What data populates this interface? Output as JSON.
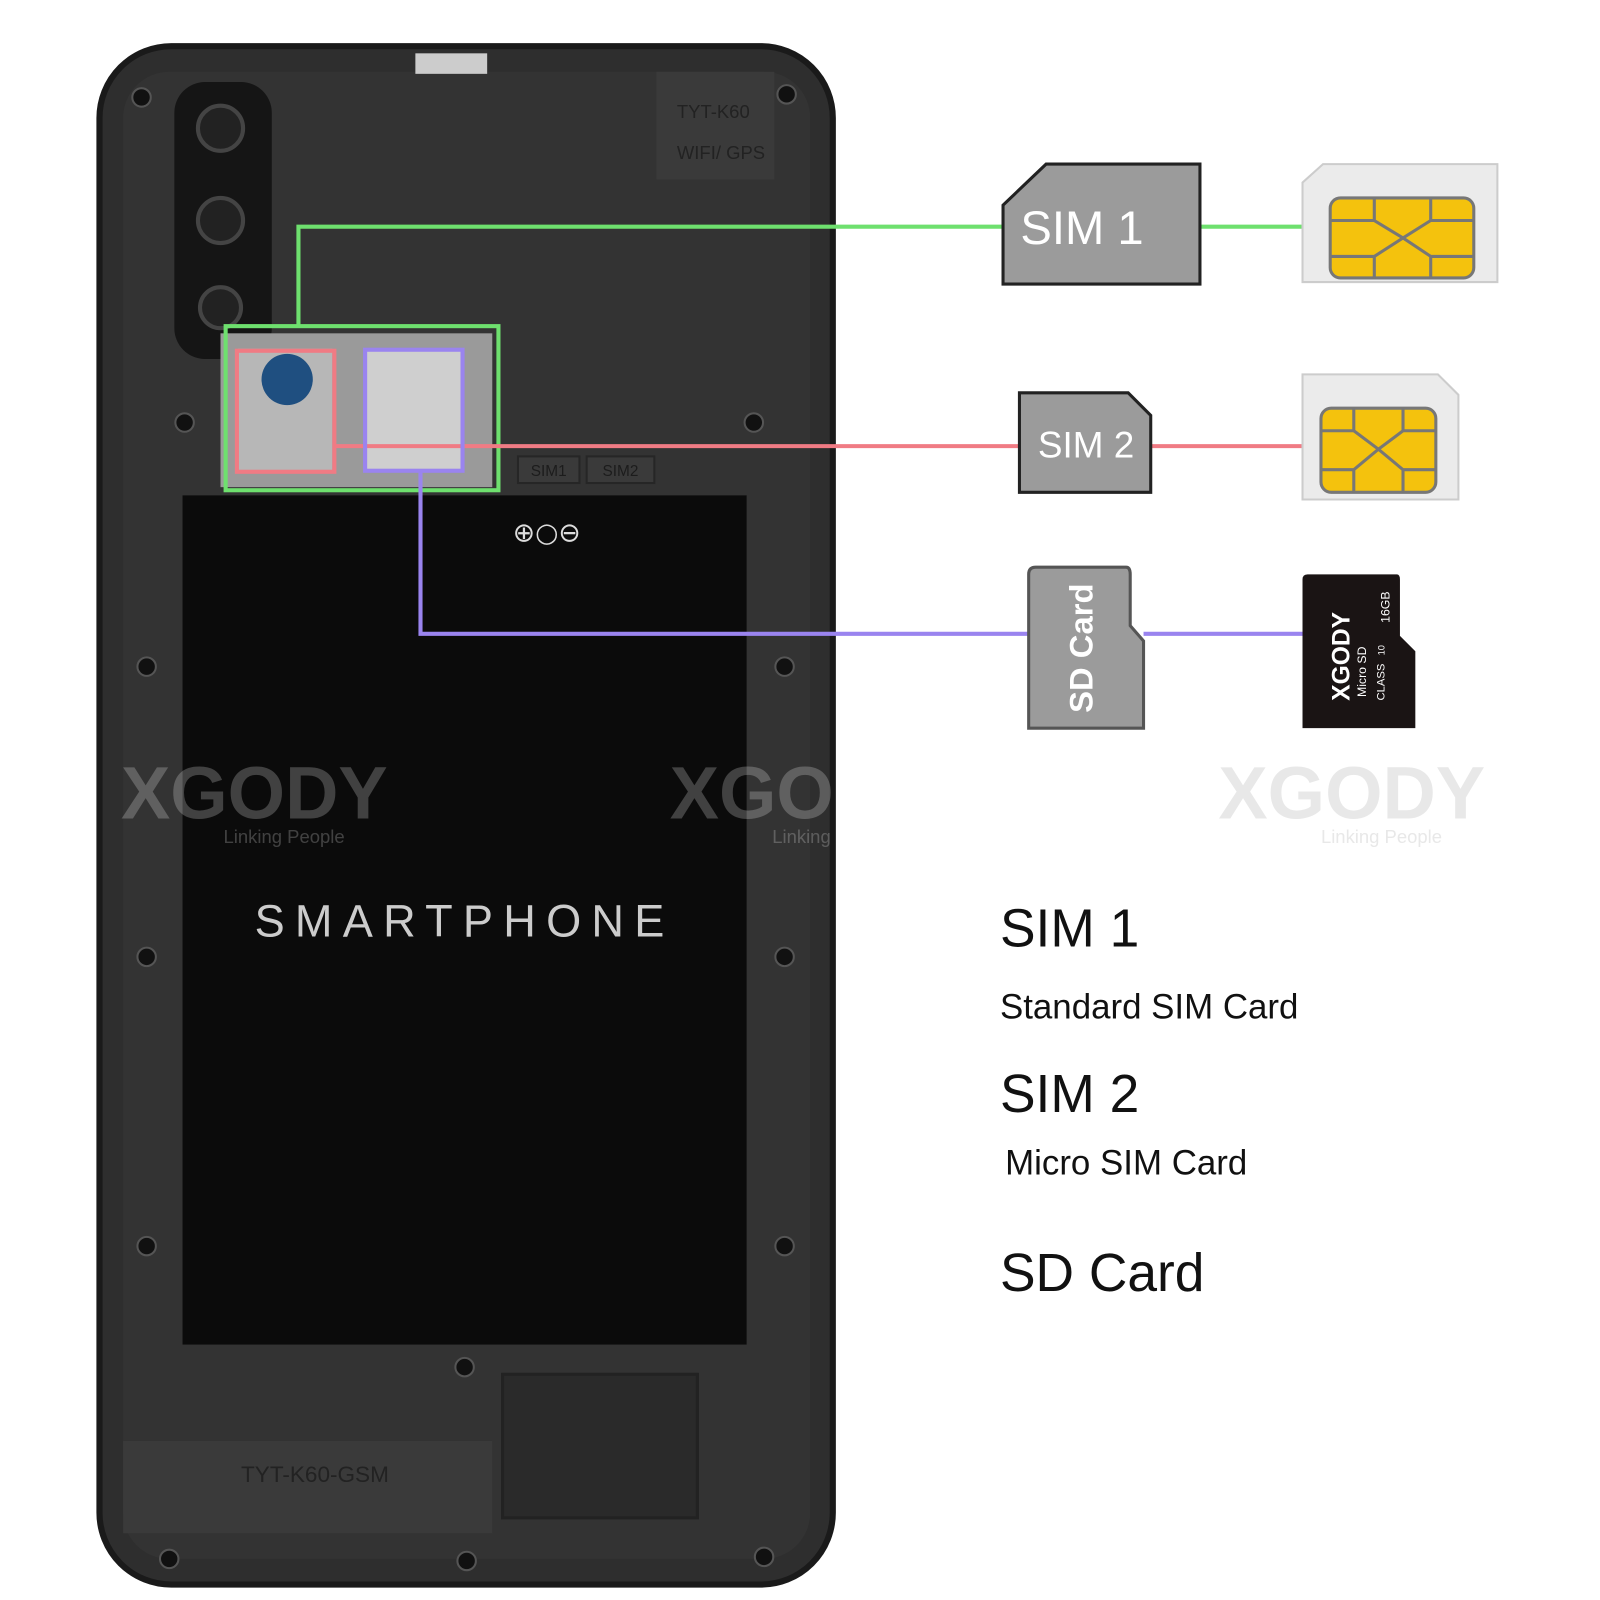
{
  "phone": {
    "battery_label": "SMARTPHONE",
    "battery_symbols": "⊕○⊖",
    "board_label_top": "TYT-K60",
    "board_label_wifi": "WIFI/ GPS",
    "board_label_bottom": "TYT-K60-GSM",
    "slot_labels": [
      "SIM1",
      "SIM2"
    ]
  },
  "watermark": {
    "brand": "XGODY",
    "tagline": "Linking People"
  },
  "callouts": [
    {
      "tag": "SIM 1",
      "color": "#6ee06e"
    },
    {
      "tag": "SIM 2",
      "color": "#f07b84"
    },
    {
      "tag": "SD Card",
      "color": "#9a84ef"
    }
  ],
  "sd_card": {
    "brand": "XGODY",
    "type": "Micro SD",
    "class": "CLASS",
    "class_num": "10",
    "capacity": "16GB"
  },
  "legend": [
    {
      "title": "SIM 1",
      "desc": "Standard SIM Card"
    },
    {
      "title": "SIM 2",
      "desc": "Micro SIM Card"
    },
    {
      "title": "SD Card",
      "desc": ""
    }
  ]
}
